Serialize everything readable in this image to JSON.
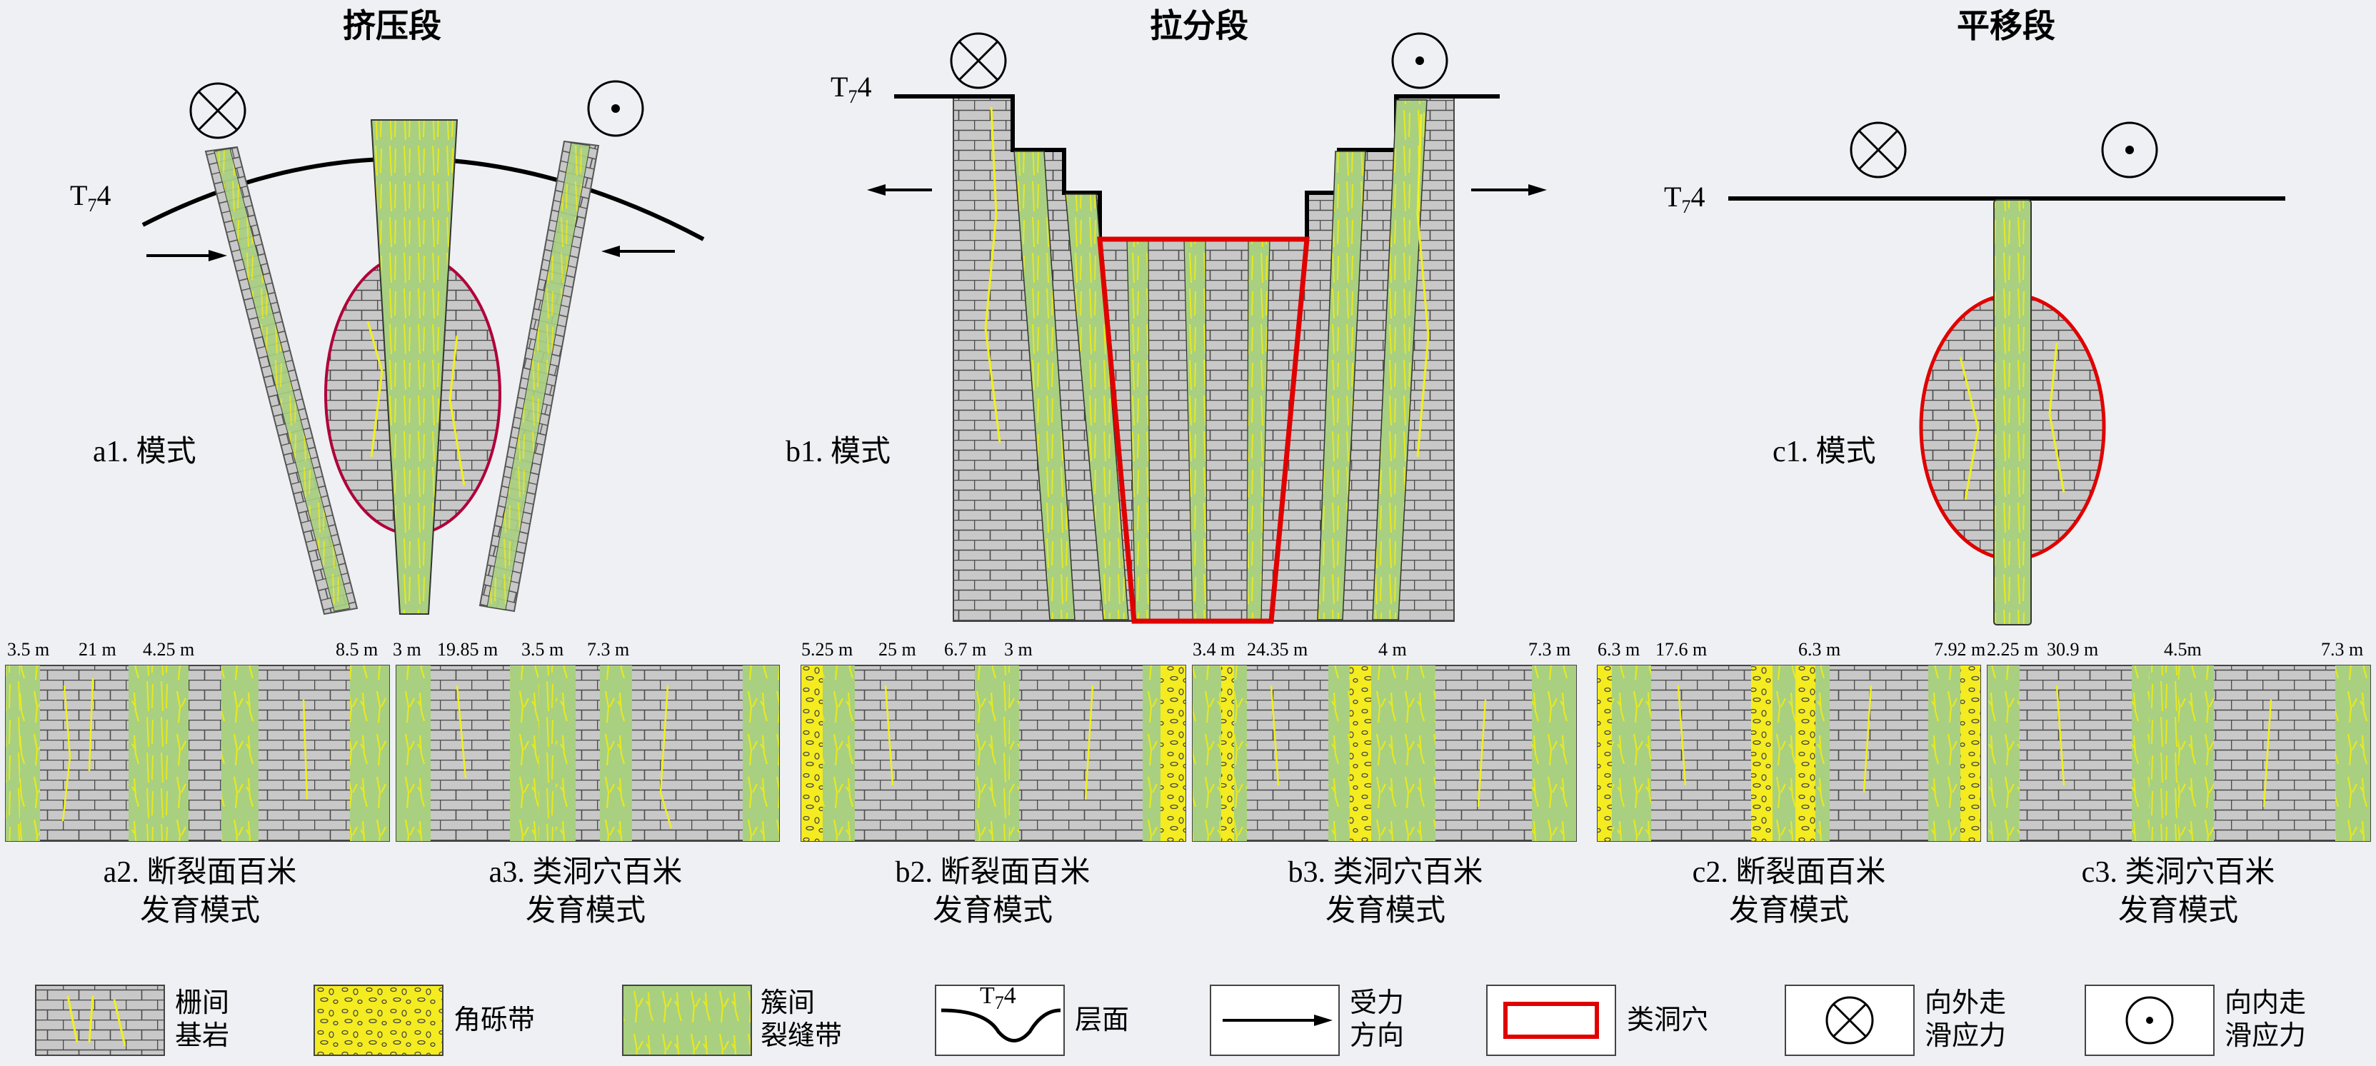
{
  "titles": {
    "a": "挤压段",
    "b": "拉分段",
    "c": "平移段"
  },
  "horizon_label": {
    "base": "T",
    "sub": "7",
    "tail": "4"
  },
  "models": {
    "a1": "a1. 模式",
    "b1": "b1. 模式",
    "c1": "c1. 模式"
  },
  "strips": {
    "a2": [
      "3.5 m",
      "21 m",
      "4.25 m",
      "8.5 m"
    ],
    "a3": [
      "3 m",
      "19.85 m",
      "3.5 m",
      "7.3 m"
    ],
    "b2": [
      "5.25 m",
      "25 m",
      "6.7 m",
      "3 m"
    ],
    "b3": [
      "3.4 m",
      "24.35 m",
      "4 m",
      "7.3 m"
    ],
    "c2": [
      "6.3 m",
      "17.6 m",
      "6.3 m",
      "7.92 m"
    ],
    "c3": [
      "2.25 m",
      "30.9 m",
      "4.5m",
      "7.3 m"
    ]
  },
  "captions": {
    "a2": {
      "line1": "a2. 断裂面百米",
      "line2": "发育模式"
    },
    "a3": {
      "line1": "a3. 类洞穴百米",
      "line2": "发育模式"
    },
    "b2": {
      "line1": "b2. 断裂面百米",
      "line2": "发育模式"
    },
    "b3": {
      "line1": "b3. 类洞穴百米",
      "line2": "发育模式"
    },
    "c2": {
      "line1": "c2. 断裂面百米",
      "line2": "发育模式"
    },
    "c3": {
      "line1": "c3. 类洞穴百米",
      "line2": "发育模式"
    }
  },
  "legend": [
    {
      "key": "bedrock",
      "line1": "栅间",
      "line2": "基岩"
    },
    {
      "key": "breccia",
      "line1": "角砾带",
      "line2": ""
    },
    {
      "key": "fracture",
      "line1": "簇间",
      "line2": "裂缝带"
    },
    {
      "key": "horizon",
      "line1": "层面",
      "line2": ""
    },
    {
      "key": "force",
      "line1": "受力",
      "line2": "方向"
    },
    {
      "key": "cave",
      "line1": "类洞穴",
      "line2": ""
    },
    {
      "key": "outward",
      "line1": "向外走",
      "line2": "滑应力"
    },
    {
      "key": "inward",
      "line1": "向内走",
      "line2": "滑应力"
    }
  ],
  "colors": {
    "bedrock": "#c8c8c8",
    "brick_line": "#4a4a4a",
    "fracture_zone": "#a8d080",
    "breccia": "#f4ec20",
    "yellow_fracture": "#f0f020",
    "cave_outline": "#e00000",
    "background": "#eef0f3"
  }
}
